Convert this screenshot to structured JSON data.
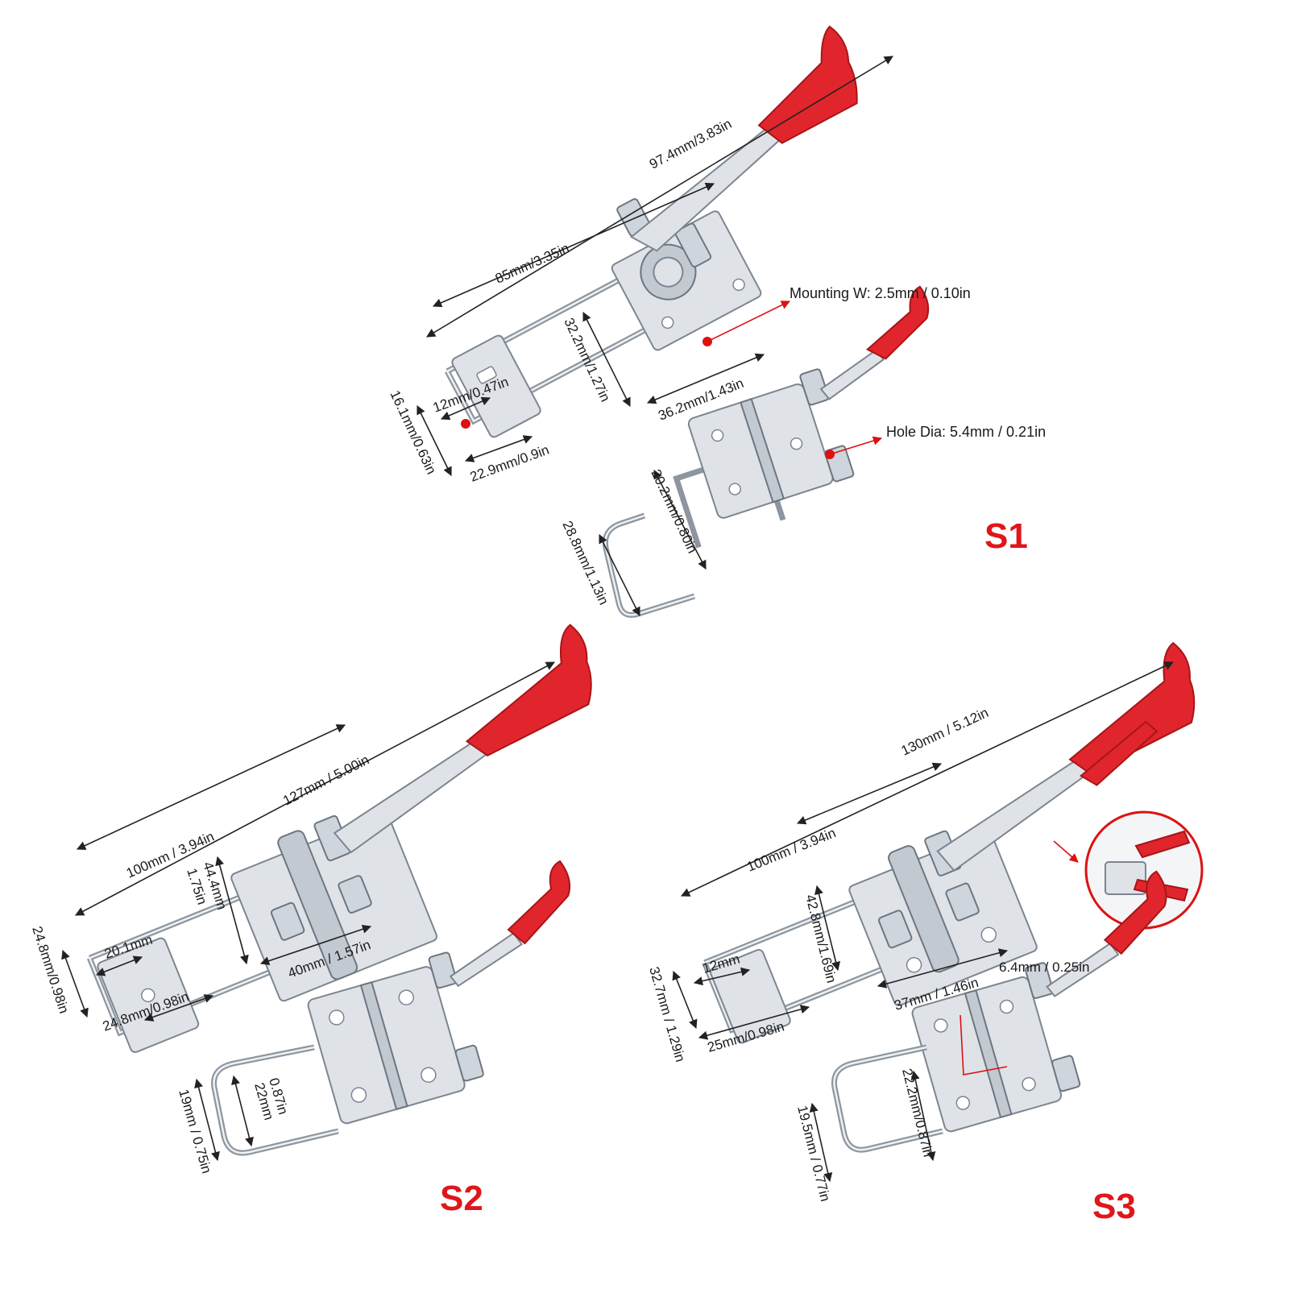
{
  "models": [
    {
      "id": "S1",
      "label": "S1",
      "dimensions": [
        "97.4mm/3.83in",
        "85mm/3.35in",
        "32.2mm/1.27in",
        "36.2mm/1.43in",
        "12mm/0.47in",
        "16.1mm/0.63in",
        "22.9mm/0.9in",
        "20.2mm/0.80in",
        "28.8mm/1.13in"
      ],
      "callouts": {
        "mounting": "Mounting W: 2.5mm / 0.10in",
        "hole": "Hole Dia: 5.4mm / 0.21in"
      }
    },
    {
      "id": "S2",
      "label": "S2",
      "dimensions": [
        "127mm / 5.00in",
        "100mm / 3.94in",
        "44.4mm",
        "1.75in",
        "40mm / 1.57in",
        "20.1mm",
        "24.8mm/0.98in",
        "24.8mm/0.98in",
        "0.87in",
        "22mm",
        "19mm / 0.75in"
      ]
    },
    {
      "id": "S3",
      "label": "S3",
      "dimensions": [
        "130mm / 5.12in",
        "100mm / 3.94in",
        "42.8mm/1.69in",
        "37mm / 1.46in",
        "6.4mm / 0.25in",
        "12mm",
        "32.7mm / 1.29in",
        "25mm/0.98in",
        "22.2mm/0.87in",
        "19.5mm / 0.77in"
      ]
    }
  ],
  "colors": {
    "accent_red": "#e0161b",
    "grip_red": "#e0262c",
    "metal": "#dfe3e8",
    "background": "#ffffff"
  }
}
